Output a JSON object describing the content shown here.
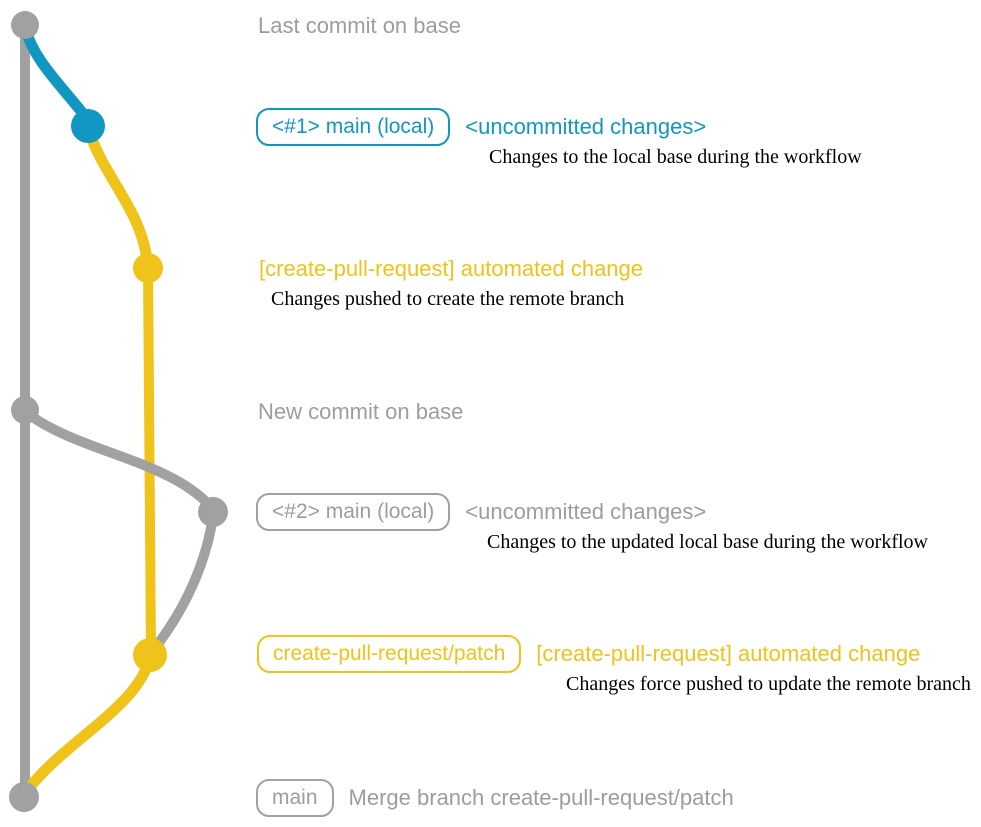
{
  "colors": {
    "gray": "#a1a1a1",
    "gray_text": "#9d9d9d",
    "blue": "#1297c2",
    "yellow": "#efc319",
    "text_dark": "#000000"
  },
  "graph": {
    "base_branch": "base",
    "node_names": [
      "last-commit-on-base",
      "uncommitted-changes-1",
      "automated-change-commit-1",
      "new-commit-on-base",
      "uncommitted-changes-2",
      "automated-change-commit-2",
      "merge-commit"
    ]
  },
  "events": [
    {
      "label": "Last commit on base"
    },
    {
      "badge": "<#1> main (local)",
      "title": "<uncommitted changes>",
      "description": "Changes to the local base during the workflow"
    },
    {
      "title": "[create-pull-request] automated change",
      "description": "Changes pushed to create the remote branch"
    },
    {
      "label": "New commit on base"
    },
    {
      "badge": "<#2> main (local)",
      "title": "<uncommitted changes>",
      "description": "Changes to the updated local base during the workflow"
    },
    {
      "badge": "create-pull-request/patch",
      "title": "[create-pull-request] automated change",
      "description": "Changes force pushed to update the remote branch"
    },
    {
      "badge": "main",
      "label": "Merge branch create-pull-request/patch"
    }
  ]
}
